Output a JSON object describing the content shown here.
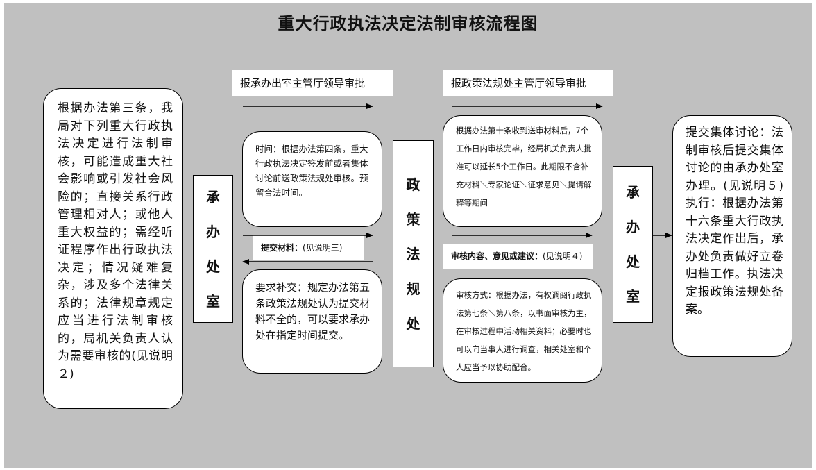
{
  "title": "重大行政执法决定法制审核流程图",
  "left_box": {
    "text": "根据办法第三条，我局对下列重大行政执法决定进行法制审核，可能造成重大社会影响或引发社会风险的；直接关系行政管理相对人；或他人重大权益的；需经听证程序作出行政执法决定；情况疑难复杂，涉及多个法律关系的；法律规章规定应当进行法制审核的，局机关负责人认为需要审核的(见说明２)"
  },
  "office_left": {
    "chars": [
      "承",
      "办",
      "处",
      "室"
    ]
  },
  "label_approval_1": "报承办出室主管厅领导审批",
  "time_box": "时间：根据办法第四条，重大行政执法决定签发前或者集体讨论前送政策法规处审核。预留合法时间。",
  "submit_materials": {
    "bold": "提交材料：",
    "normal": "(见说明三)"
  },
  "supplement_box": "要求补交：规定办法第五条政策法规处认为提交材料不全的，可以要求承办处在指定时间提交。",
  "policy_office": {
    "chars": [
      "政",
      "策",
      "法",
      "规",
      "处"
    ]
  },
  "label_approval_2": "报政策法规处主管厅领导审批",
  "review_time_box": "根据办法第十条收到送审材料后，7个工作日内审核完毕，经局机关负责人批准可以延长5个工作日。此期限不含补充材料＼专家论证＼征求意见＼提请解释等期间",
  "review_content": {
    "bold": "审核内容、意见或建议：",
    "normal": "(见说明４)"
  },
  "review_method_box": "审核方式：根据办法，有权调阅行政执法第七条＼第八条，以书面审核为主，在审核过程中活动相关资料；必要时也可以向当事人进行调查，相关处室和个人应当予以协助配合。",
  "office_right": {
    "chars": [
      "承",
      "办",
      "处",
      "室"
    ]
  },
  "right_box": "提交集体讨论：法制审核后提交集体讨论的由承办处室办理。(见说明５)执行：根据办法第十六条重大行政执法决定作出后，承办处负责做好立卷归档工作。执法决定报政策法规处备案。"
}
